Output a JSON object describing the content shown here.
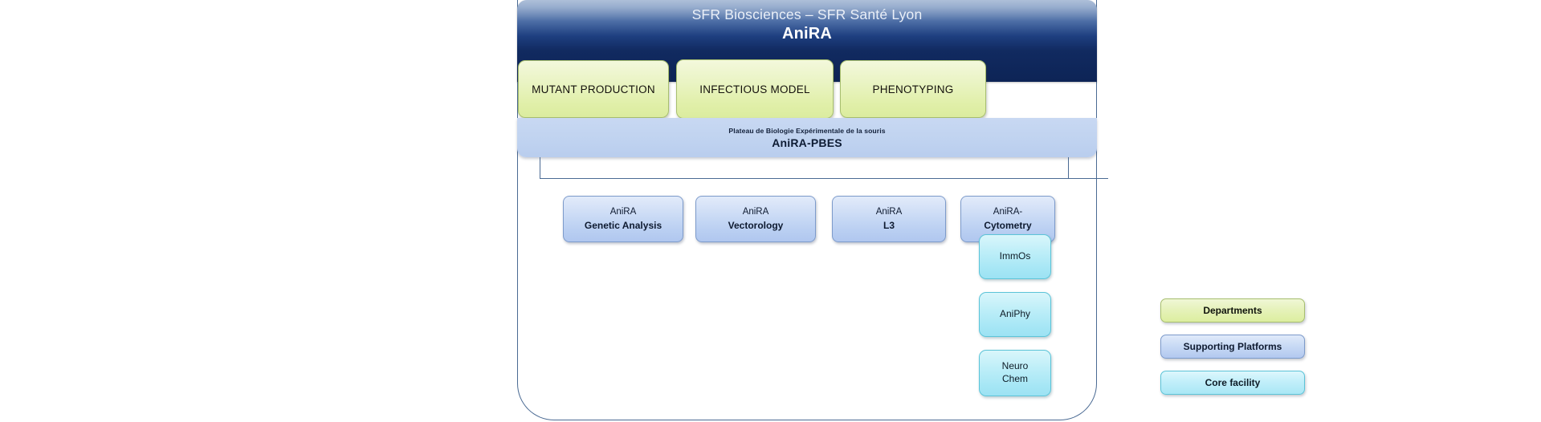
{
  "diagram": {
    "header": {
      "organisation": "SFR Biosciences – SFR Santé  Lyon",
      "title": "AniRA"
    },
    "departments": [
      {
        "label": "MUTANT PRODUCTION"
      },
      {
        "label": "INFECTIOUS MODEL"
      },
      {
        "label": "PHENOTYPING"
      }
    ],
    "pbes": {
      "subtitle": "Plateau  de Biologie  Expérimentale  de la souris",
      "title": "AniRA-PBES"
    },
    "platforms": [
      {
        "line1": "AniRA",
        "line2": "Genetic Analysis"
      },
      {
        "line1": "AniRA",
        "line2": "Vectorology"
      },
      {
        "line1": "AniRA",
        "line2": "L3"
      },
      {
        "line1": "AniRA-",
        "line2": "Cytometry"
      }
    ],
    "core_facilities": [
      {
        "line1": "ImmOs",
        "line2": ""
      },
      {
        "line1": "AniPhy",
        "line2": ""
      },
      {
        "line1": "Neuro",
        "line2": "Chem"
      }
    ],
    "legend": [
      {
        "label": "Departments",
        "color": "#dcee9f"
      },
      {
        "label": "Supporting  Platforms",
        "color": "#b2c8ef"
      },
      {
        "label": "Core facility",
        "color": "#a9e7f5"
      }
    ]
  }
}
